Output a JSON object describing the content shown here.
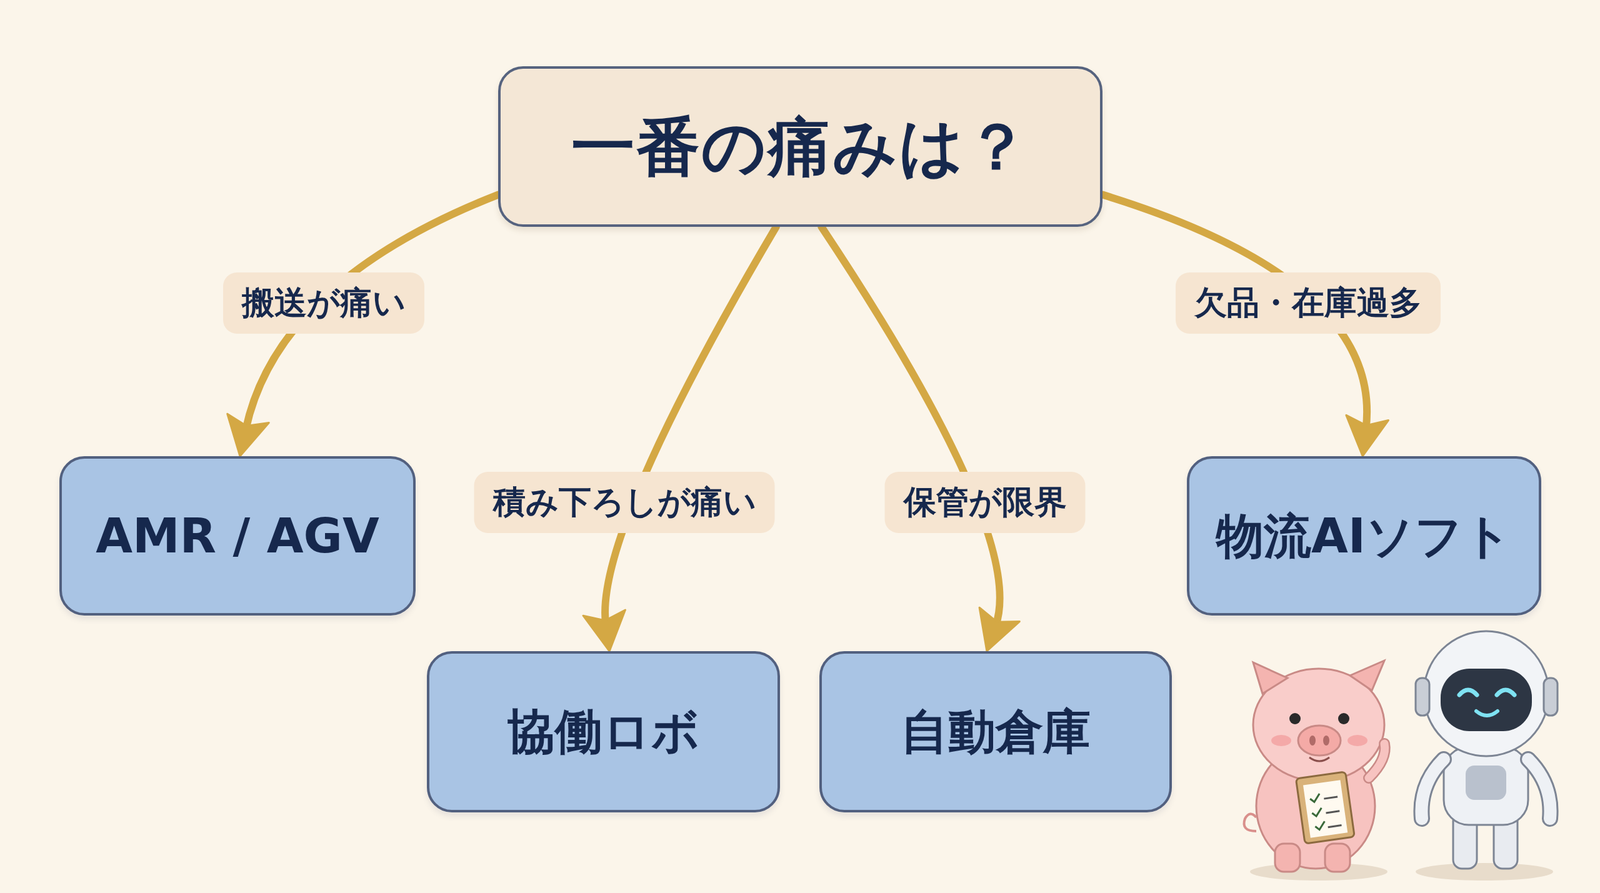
{
  "diagram": {
    "nodes": [
      {
        "text": [
          "一番の痛みは？"
        ]
      },
      {
        "text": [
          "AMR / AGV"
        ]
      },
      {
        "text": [
          "協働ロボ"
        ]
      },
      {
        "text": [
          "自動倉庫"
        ]
      },
      {
        "text": [
          "物流AIソフト"
        ]
      }
    ],
    "edges": [
      {
        "from": 0,
        "to": 1,
        "arrow": "to",
        "label": "搬送が痛い"
      },
      {
        "from": 0,
        "to": 2,
        "arrow": "to",
        "label": "積み下ろしが痛い"
      },
      {
        "from": 0,
        "to": 3,
        "arrow": "to",
        "label": "保管が限界"
      },
      {
        "from": 0,
        "to": 4,
        "arrow": "to",
        "label": "欠品・在庫過多"
      }
    ]
  }
}
